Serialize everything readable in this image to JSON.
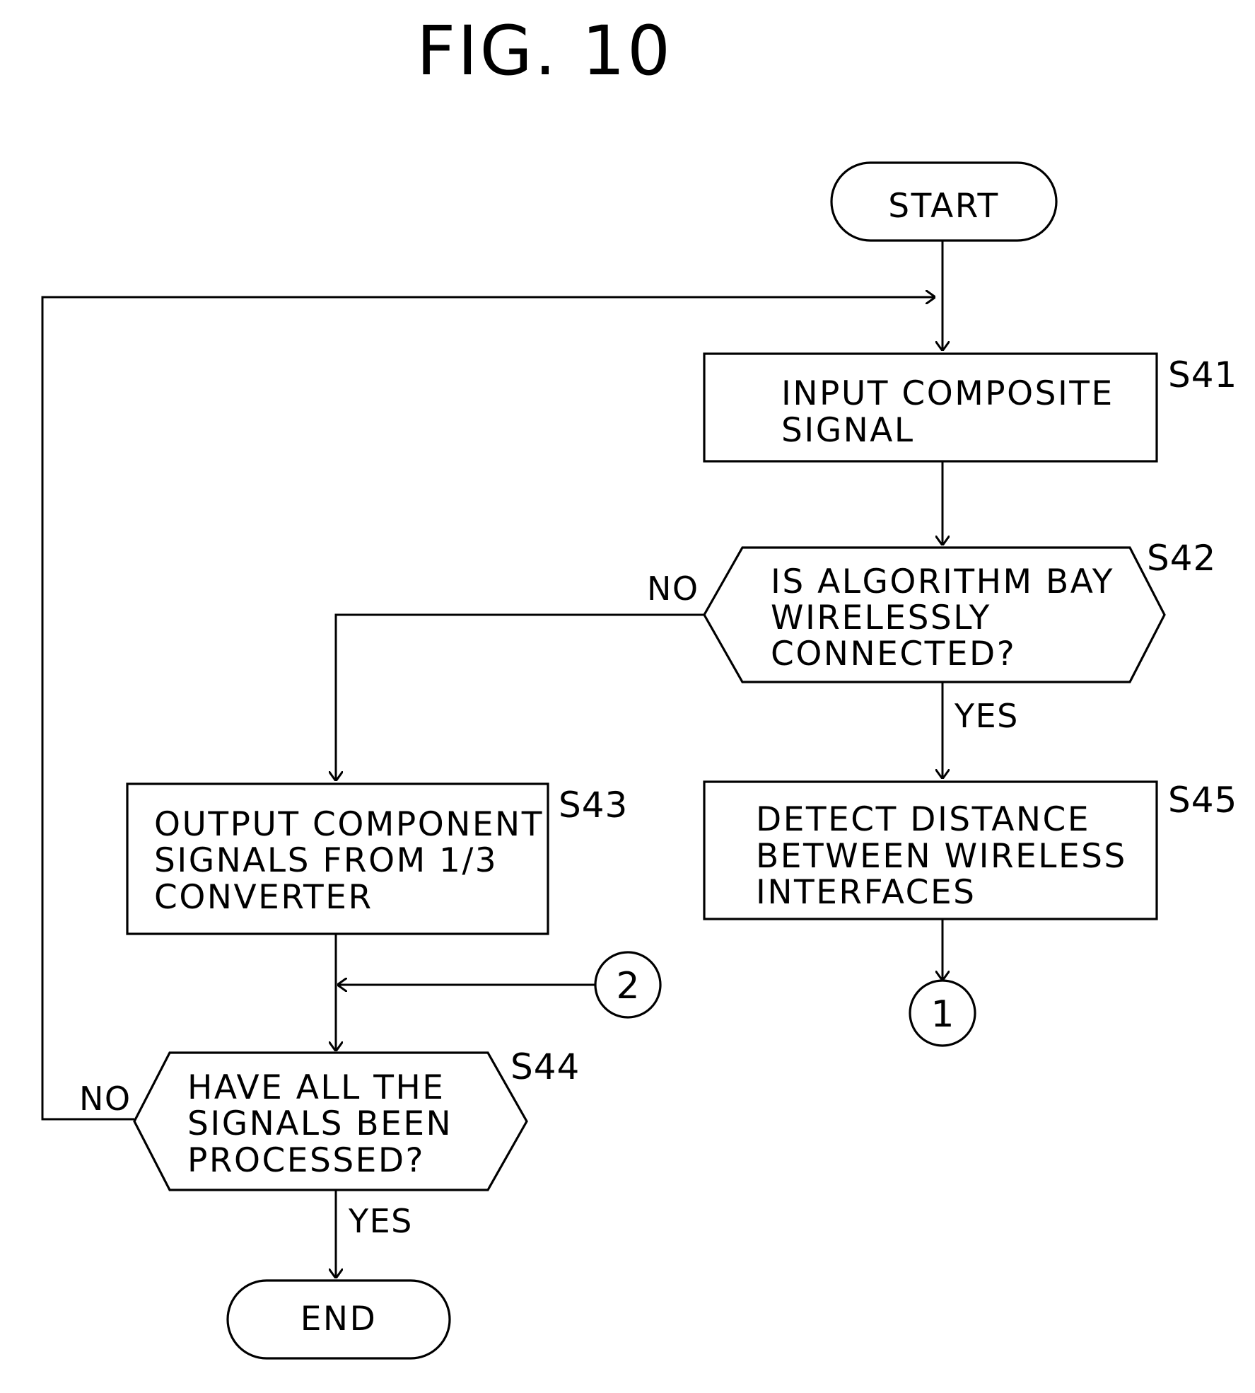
{
  "title": "FIG. 10",
  "terminals": {
    "start": "START",
    "end": "END"
  },
  "steps": {
    "s41": {
      "id": "S41",
      "lines": [
        "INPUT  COMPOSITE",
        "SIGNAL"
      ]
    },
    "s42": {
      "id": "S42",
      "lines": [
        "IS  ALGORITHM  BAY",
        "WIRELESSLY",
        "CONNECTED?"
      ]
    },
    "s43": {
      "id": "S43",
      "lines": [
        "OUTPUT  COMPONENT",
        "SIGNALS  FROM  1/3",
        "CONVERTER"
      ]
    },
    "s44": {
      "id": "S44",
      "lines": [
        "HAVE  ALL  THE",
        "SIGNALS  BEEN",
        "PROCESSED?"
      ]
    },
    "s45": {
      "id": "S45",
      "lines": [
        "DETECT  DISTANCE",
        "BETWEEN  WIRELESS",
        "INTERFACES"
      ]
    }
  },
  "edge_labels": {
    "s42_no": "NO",
    "s42_yes": "YES",
    "s44_no": "NO",
    "s44_yes": "YES"
  },
  "connectors": {
    "c1": "1",
    "c2": "2"
  }
}
